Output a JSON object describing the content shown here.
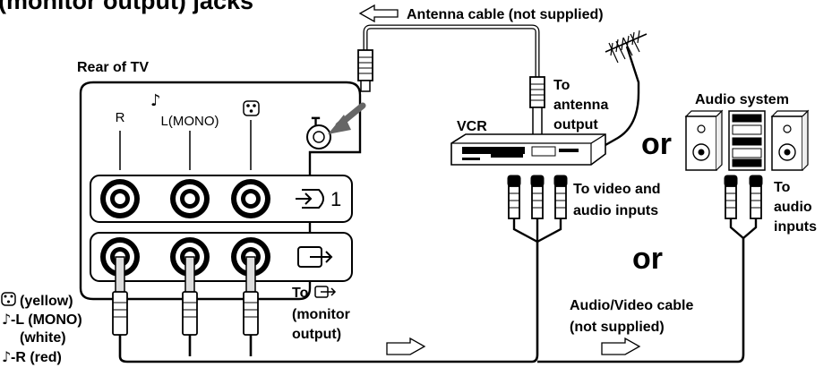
{
  "heading": "(monitor output) jacks",
  "tv_label": "Rear of TV",
  "jack_labels": {
    "right": "R",
    "left_mono": "L(MONO)",
    "input_number": "1"
  },
  "antenna_cable": "Antenna cable (not supplied)",
  "to_antenna_output": [
    "To",
    "antenna",
    "output"
  ],
  "vcr_label": "VCR",
  "audio_system_label": "Audio system",
  "or_label": "or",
  "to_video_audio_inputs": [
    "To video and",
    "audio inputs"
  ],
  "to_audio_inputs": [
    "To",
    "audio",
    "inputs"
  ],
  "to_monitor_output": [
    "To",
    "(monitor",
    "output)"
  ],
  "av_cable": [
    "Audio/Video cable",
    "(not supplied)"
  ],
  "legend": [
    "(yellow)",
    "-L (MONO)",
    "(white)",
    "-R (red)"
  ]
}
